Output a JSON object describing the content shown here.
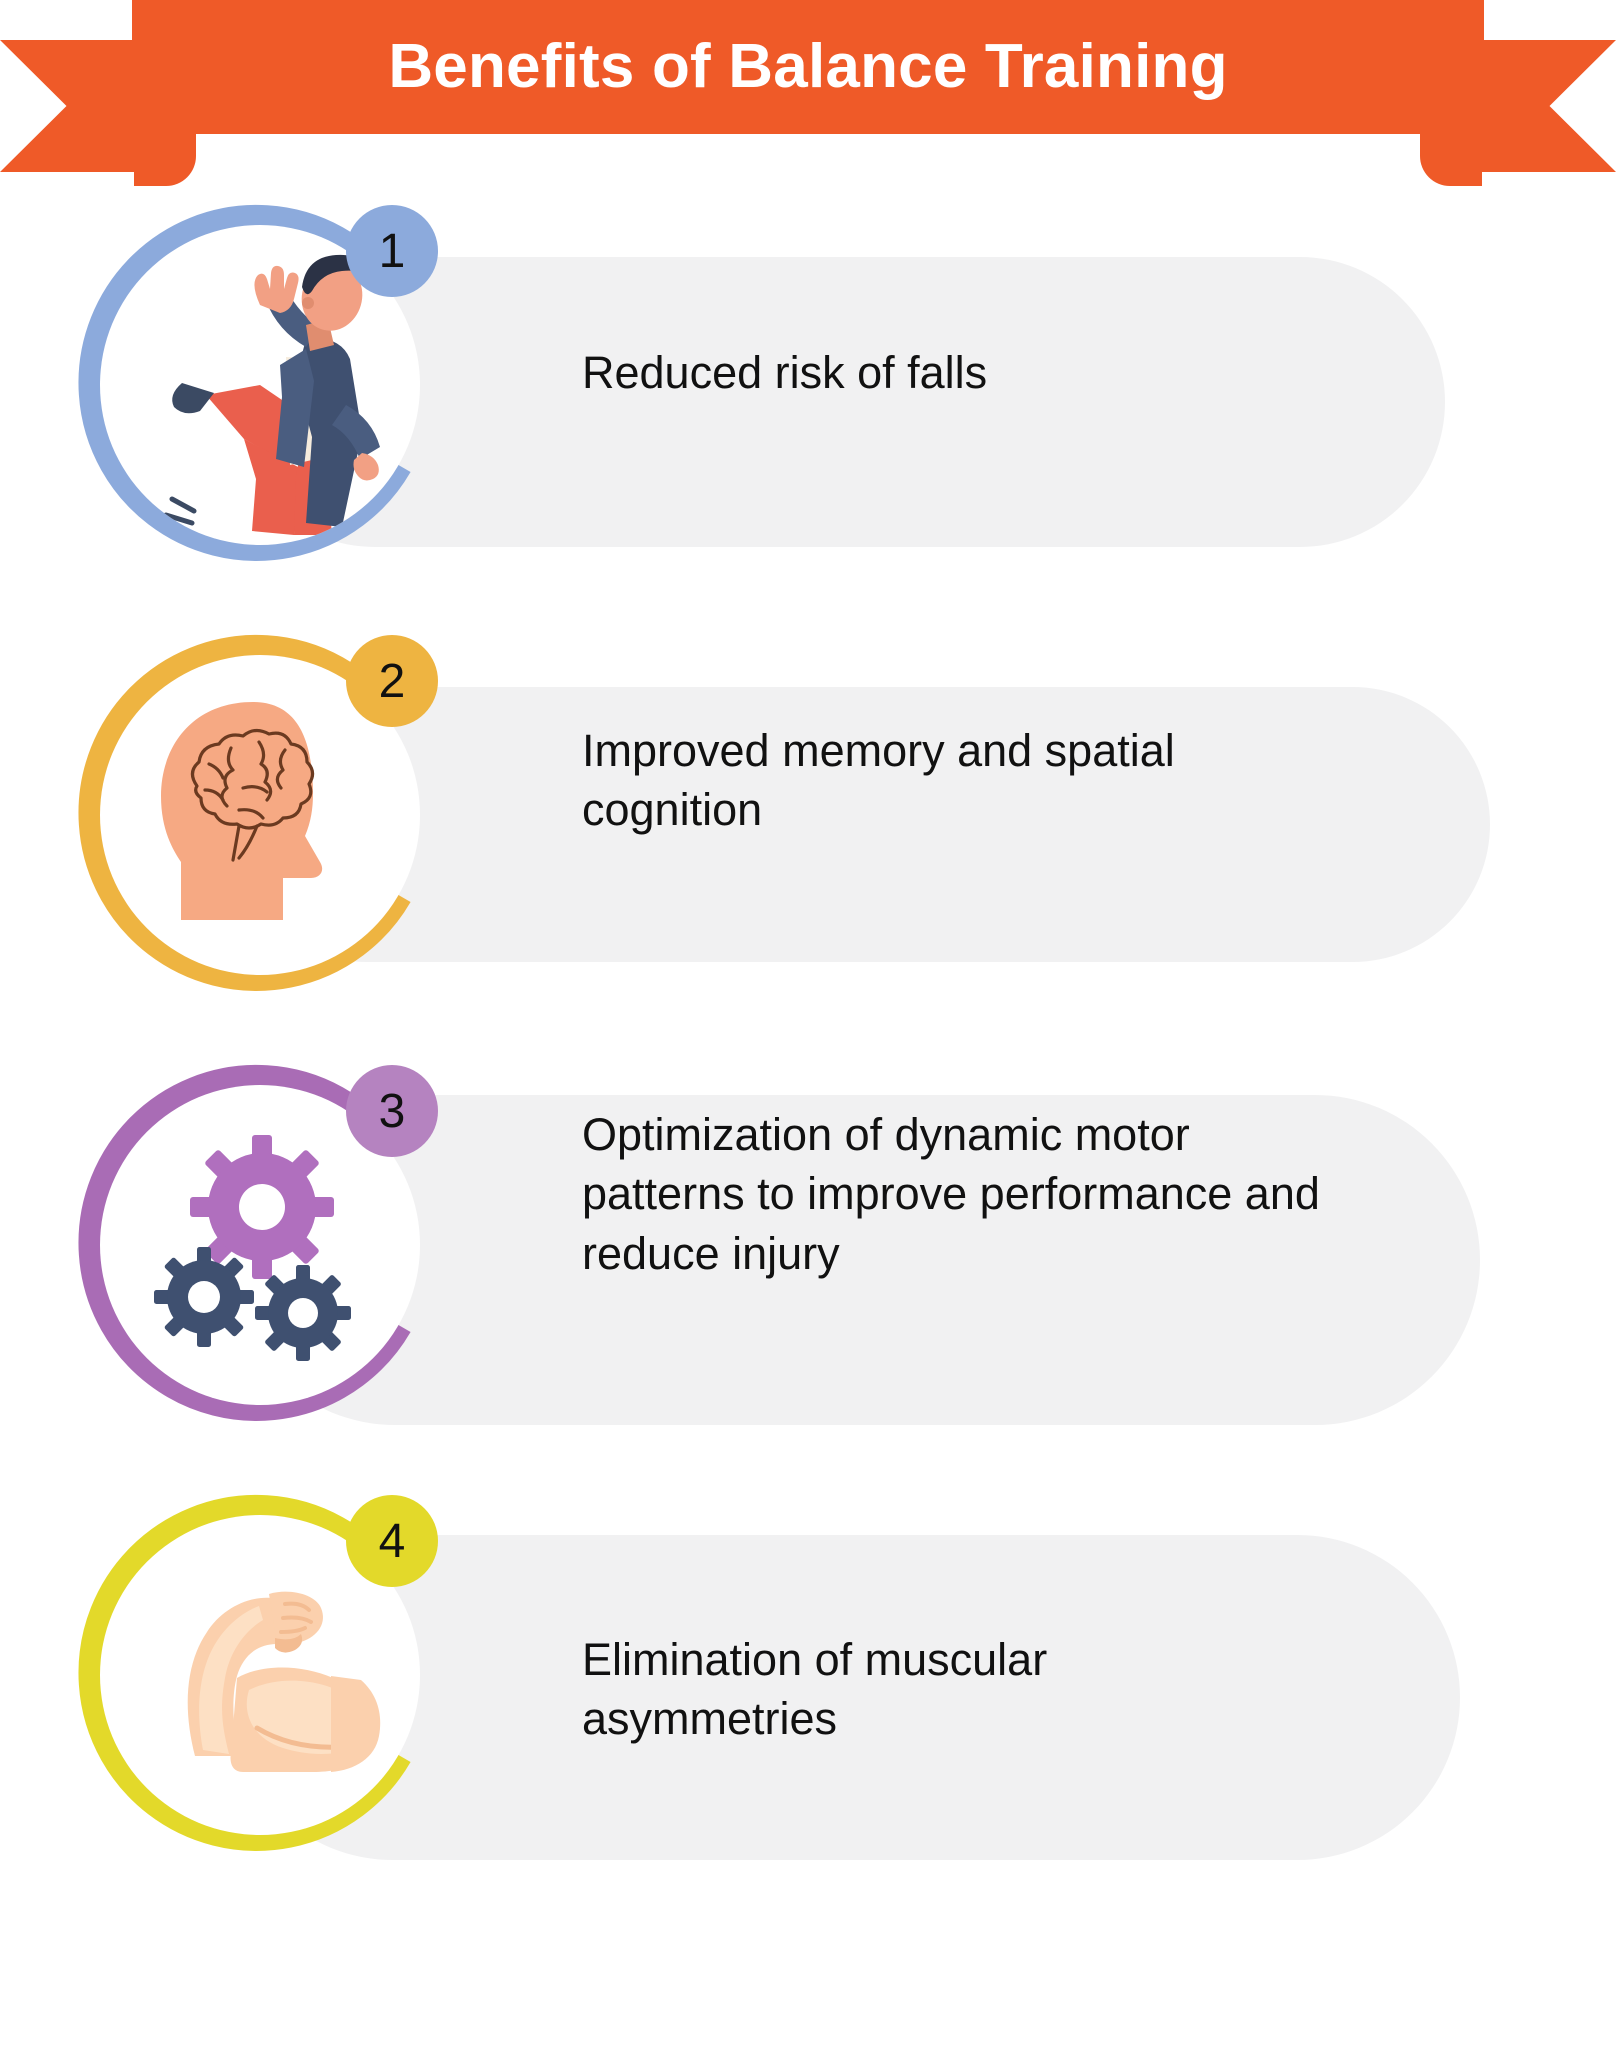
{
  "header": {
    "title": "Benefits of Balance Training",
    "banner_color": "#ef5a28",
    "title_color": "#ffffff"
  },
  "theme": {
    "page_background": "#ffffff",
    "pill_background": "#f1f1f2",
    "text_color": "#111111"
  },
  "benefits": [
    {
      "number": "1",
      "text": "Reduced risk of falls",
      "ring_color": "#8caadc",
      "badge_color": "#8caadc",
      "icon": "falling-person-icon"
    },
    {
      "number": "2",
      "text": "Improved memory and spatial cognition",
      "ring_color": "#eeb441",
      "badge_color": "#eeb441",
      "icon": "head-brain-icon"
    },
    {
      "number": "3",
      "text": "Optimization of dynamic motor patterns to improve performance and reduce injury",
      "ring_color": "#a96cb5",
      "badge_color": "#b583c0",
      "icon": "gears-icon"
    },
    {
      "number": "4",
      "text": "Elimination of muscular asymmetries",
      "ring_color": "#e3d92a",
      "badge_color": "#e3d92a",
      "icon": "flexed-bicep-icon"
    }
  ]
}
